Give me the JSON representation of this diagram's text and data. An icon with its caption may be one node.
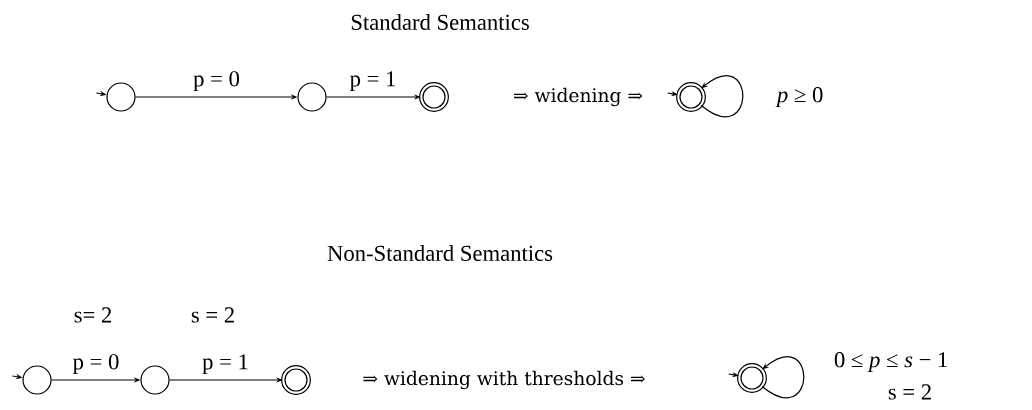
{
  "diagram": {
    "nodes": [
      {
        "text": [],
        "shape": "circle"
      },
      {
        "text": [],
        "shape": "circle"
      },
      {
        "text": [],
        "shape": "double-circle"
      },
      {
        "text": [],
        "shape": "double-circle"
      },
      {
        "text": [],
        "shape": "circle"
      },
      {
        "text": [],
        "shape": "circle"
      },
      {
        "text": [],
        "shape": "double-circle"
      },
      {
        "text": [],
        "shape": "double-circle"
      }
    ],
    "edges": [
      {
        "from": null,
        "to": 0,
        "arrow": "to"
      },
      {
        "from": 0,
        "to": 1,
        "arrow": "to",
        "label": "p = 0"
      },
      {
        "from": 1,
        "to": 2,
        "arrow": "to",
        "label": "p = 1"
      },
      {
        "from": null,
        "to": 3,
        "arrow": "to"
      },
      {
        "from": 3,
        "to": 3,
        "arrow": "to",
        "label": "*p* ≥ 0"
      },
      {
        "from": null,
        "to": 4,
        "arrow": "to"
      },
      {
        "from": 4,
        "to": 5,
        "arrow": "to",
        "label": "p = 0"
      },
      {
        "from": 5,
        "to": 6,
        "arrow": "to",
        "label": "p = 1"
      },
      {
        "from": null,
        "to": 7,
        "arrow": "to"
      },
      {
        "from": 7,
        "to": 7,
        "arrow": "to",
        "label": "0 ≤ *p* ≤ *s* − 1"
      }
    ],
    "labels": [
      "Standard Semantics",
      "⇒ widening ⇒",
      "Non-Standard Semantics",
      "s= 2",
      "s = 2",
      "⇒ widening with thresholds ⇒",
      "s = 2"
    ]
  }
}
